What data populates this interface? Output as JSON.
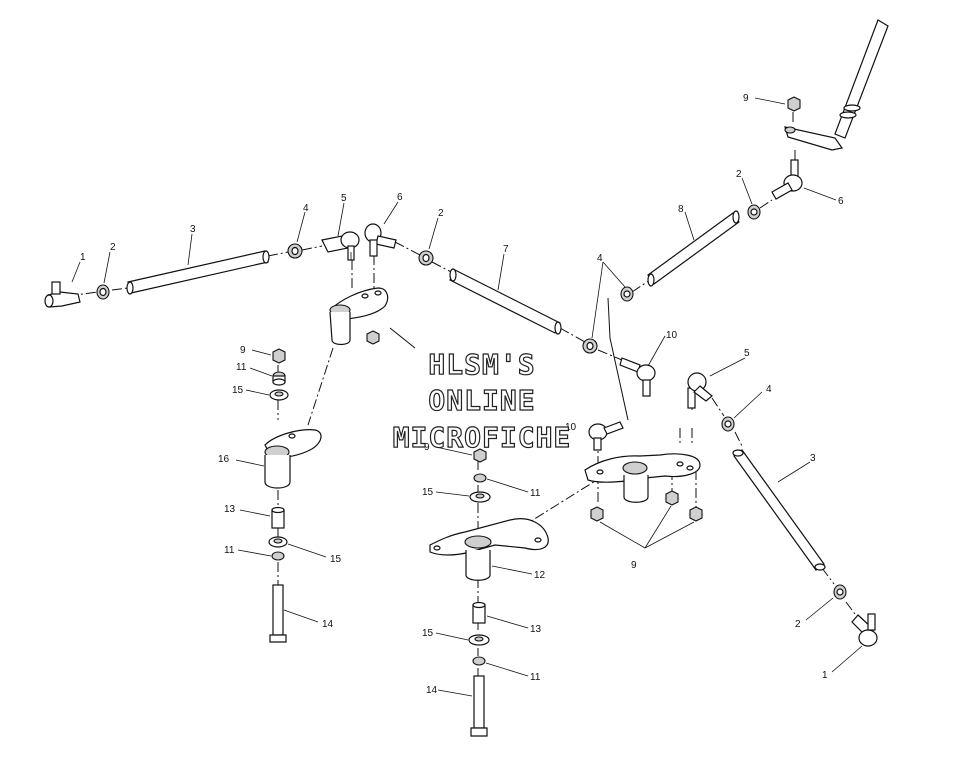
{
  "watermark": {
    "line1": "HLSM'S",
    "line2": "ONLINE",
    "line3": "MICROFICHE"
  },
  "callouts": [
    {
      "id": "c1a",
      "text": "1"
    },
    {
      "id": "c2a",
      "text": "2"
    },
    {
      "id": "c3a",
      "text": "3"
    },
    {
      "id": "c4a",
      "text": "4"
    },
    {
      "id": "c5a",
      "text": "5"
    },
    {
      "id": "c6a",
      "text": "6"
    },
    {
      "id": "c2b",
      "text": "2"
    },
    {
      "id": "c7",
      "text": "7"
    },
    {
      "id": "c8",
      "text": "8"
    },
    {
      "id": "c9a",
      "text": "9"
    },
    {
      "id": "c2c",
      "text": "2"
    },
    {
      "id": "c6b",
      "text": "6"
    },
    {
      "id": "c4b",
      "text": "4"
    },
    {
      "id": "c10a",
      "text": "10"
    },
    {
      "id": "c10b",
      "text": "10"
    },
    {
      "id": "c5b",
      "text": "5"
    },
    {
      "id": "c4c",
      "text": "4"
    },
    {
      "id": "c3b",
      "text": "3"
    },
    {
      "id": "c2d",
      "text": "2"
    },
    {
      "id": "c1b",
      "text": "1"
    },
    {
      "id": "c9b",
      "text": "9"
    },
    {
      "id": "c11a",
      "text": "11"
    },
    {
      "id": "c15a",
      "text": "15"
    },
    {
      "id": "c16",
      "text": "16"
    },
    {
      "id": "c13a",
      "text": "13"
    },
    {
      "id": "c11b",
      "text": "11"
    },
    {
      "id": "c15b",
      "text": "15"
    },
    {
      "id": "c14a",
      "text": "14"
    },
    {
      "id": "c9c",
      "text": "9"
    },
    {
      "id": "c11c",
      "text": "11"
    },
    {
      "id": "c15c",
      "text": "15"
    },
    {
      "id": "c12",
      "text": "12"
    },
    {
      "id": "c13b",
      "text": "13"
    },
    {
      "id": "c15d",
      "text": "15"
    },
    {
      "id": "c11d",
      "text": "11"
    },
    {
      "id": "c14b",
      "text": "14"
    },
    {
      "id": "c9d",
      "text": "9"
    }
  ]
}
